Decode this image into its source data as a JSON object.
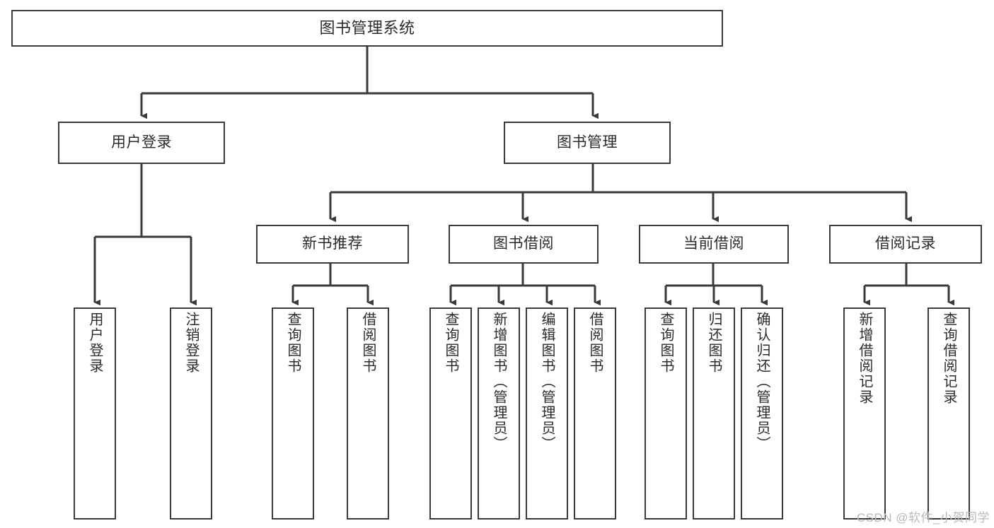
{
  "diagram": {
    "title": "图书管理系统",
    "watermark": "CSDN @软件_小贺同学",
    "type": "tree-hierarchy-diagram",
    "colors": {
      "box_border": "#3a3a3a",
      "box_fill": "#ffffff",
      "text": "#2b2b2b",
      "connector": "#3a3a3a",
      "background": "#ffffff",
      "watermark": "#b9b9b9"
    },
    "root": {
      "label": "图书管理系统"
    },
    "level2": [
      {
        "label": "用户登录"
      },
      {
        "label": "图书管理"
      }
    ],
    "level3": [
      {
        "label": "新书推荐"
      },
      {
        "label": "图书借阅"
      },
      {
        "label": "当前借阅"
      },
      {
        "label": "借阅记录"
      }
    ],
    "leaves": {
      "user_login": [
        {
          "label": "用户登录"
        },
        {
          "label": "注销登录"
        }
      ],
      "new_book_recommend": [
        {
          "label": "查询图书"
        },
        {
          "label": "借阅图书"
        }
      ],
      "book_borrow": [
        {
          "label": "查询图书"
        },
        {
          "label": "新增图书（管理员）"
        },
        {
          "label": "编辑图书（管理员）"
        },
        {
          "label": "借阅图书"
        }
      ],
      "current_borrow": [
        {
          "label": "查询图书"
        },
        {
          "label": "归还图书"
        },
        {
          "label": "确认归还（管理员）"
        }
      ],
      "borrow_record": [
        {
          "label": "新增借阅记录"
        },
        {
          "label": "查询借阅记录"
        }
      ]
    }
  }
}
